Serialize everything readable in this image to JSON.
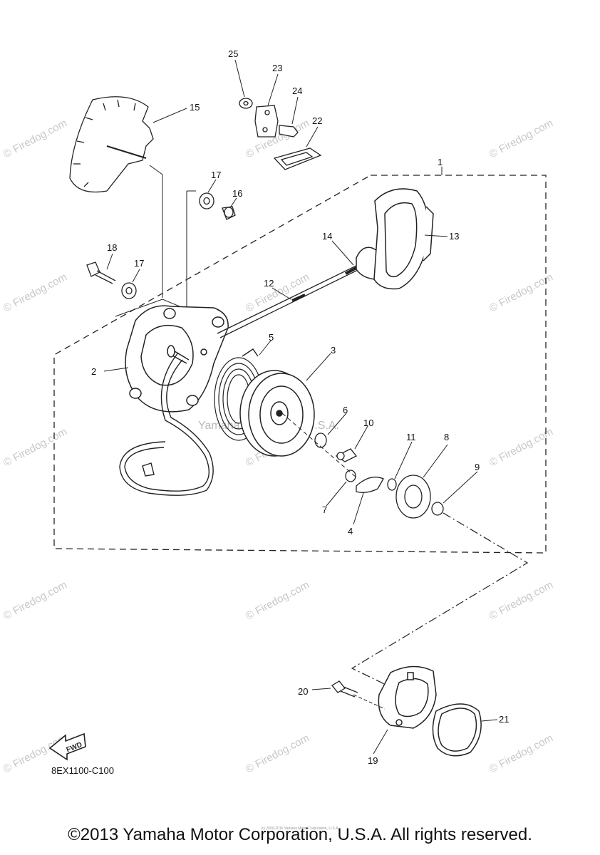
{
  "diagram": {
    "code": "8EX1100-C100",
    "fwd_label": "FWD",
    "center_watermark": "Yamaha Motor Corp. U.S.A.",
    "watermark": "© Firedog.com",
    "callouts": [
      "1",
      "2",
      "3",
      "4",
      "5",
      "6",
      "7",
      "8",
      "9",
      "10",
      "11",
      "12",
      "13",
      "14",
      "15",
      "16",
      "17",
      "17",
      "18",
      "19",
      "20",
      "21",
      "22",
      "23",
      "24",
      "25"
    ]
  },
  "footer": {
    "copyright": "©2013 Yamaha Motor Corporation, U.S.A. All rights reserved.",
    "tiny_note": "(c) 2000-2016 Yamaha Motor Corporation, U.S.A."
  }
}
